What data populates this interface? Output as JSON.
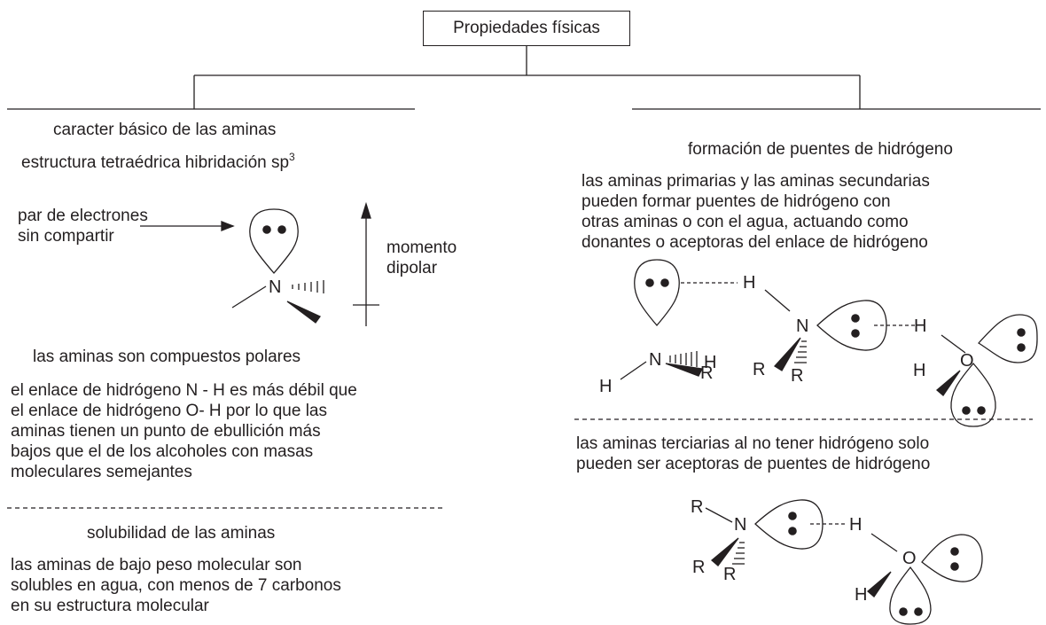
{
  "title": "Propiedades físicas",
  "left": {
    "heading": "caracter básico de las aminas",
    "structure_text": "estructura tetraédrica hibridación sp",
    "structure_sup": "3",
    "lone_pair_label": [
      "par de electrones",
      "sin compartir"
    ],
    "dipole_label": [
      "momento",
      "dipolar"
    ],
    "polar_text": "las aminas son compuestos polares",
    "boiling_text": [
      "el enlace de hidrógeno N - H es más débil que",
      "el enlace de hidrógeno O- H por lo que las",
      "aminas tienen un punto de ebullición más",
      "bajos que el de los alcoholes con masas",
      "moleculares semejantes"
    ],
    "solubility_heading": "solubilidad de las aminas",
    "solubility_text": [
      "las aminas de bajo peso molecular son",
      "solubles en agua, con menos de 7 carbonos",
      "en su estructura molecular"
    ]
  },
  "right": {
    "heading": "formación de puentes de hidrógeno",
    "hbond_text": [
      "las aminas primarias y las aminas secundarias",
      "pueden formar puentes de hidrógeno con",
      "otras aminas o con el agua, actuando como",
      "donantes o aceptoras del enlace de hidrógeno"
    ],
    "tertiary_text": [
      "las aminas terciarias al no tener hidrógeno solo",
      "pueden ser aceptoras de puentes de hidrógeno"
    ]
  },
  "atoms": {
    "N": "N",
    "H": "H",
    "R": "R",
    "O": "O"
  }
}
